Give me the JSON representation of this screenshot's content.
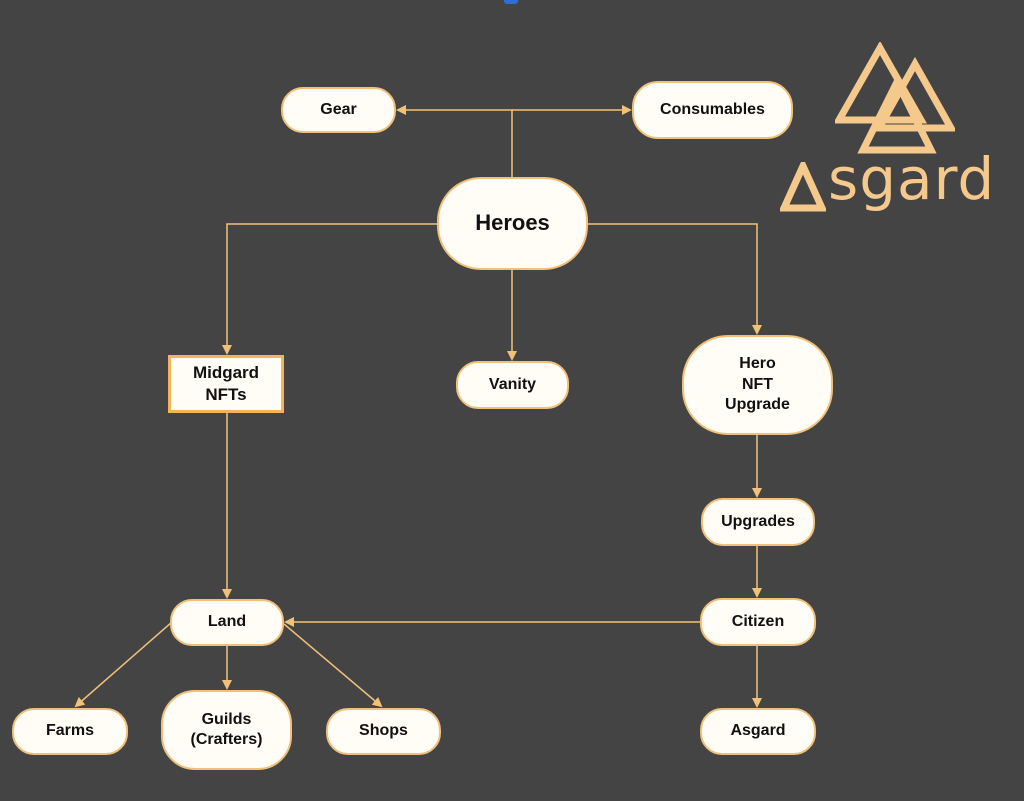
{
  "diagram": {
    "nodes": {
      "gear": "Gear",
      "consumables": "Consumables",
      "heroes": "Heroes",
      "midgard_line1": "Midgard",
      "midgard_line2": "NFTs",
      "vanity": "Vanity",
      "hero_nft_line1": "Hero",
      "hero_nft_line2": "NFT",
      "hero_nft_line3": "Upgrade",
      "upgrades": "Upgrades",
      "land": "Land",
      "citizen": "Citizen",
      "farms": "Farms",
      "guilds_line1": "Guilds",
      "guilds_line2": "(Crafters)",
      "shops": "Shops",
      "asgard": "Asgard"
    },
    "edges": [
      {
        "from": "heroes",
        "to": "gear"
      },
      {
        "from": "heroes",
        "to": "consumables"
      },
      {
        "from": "heroes",
        "to": "midgard"
      },
      {
        "from": "heroes",
        "to": "vanity"
      },
      {
        "from": "heroes",
        "to": "hero_nft"
      },
      {
        "from": "midgard",
        "to": "land"
      },
      {
        "from": "hero_nft",
        "to": "upgrades"
      },
      {
        "from": "upgrades",
        "to": "citizen"
      },
      {
        "from": "citizen",
        "to": "land"
      },
      {
        "from": "citizen",
        "to": "asgard"
      },
      {
        "from": "land",
        "to": "farms"
      },
      {
        "from": "land",
        "to": "guilds"
      },
      {
        "from": "land",
        "to": "shops"
      }
    ]
  },
  "logo": {
    "text": "Asgard",
    "mark_icon": "triple-triangle-icon",
    "color": "#f5c98c"
  },
  "colors": {
    "background": "#444444",
    "node_fill": "#fffdf6",
    "edge": "#f1c17a",
    "accent_border": "#f5b45c"
  }
}
